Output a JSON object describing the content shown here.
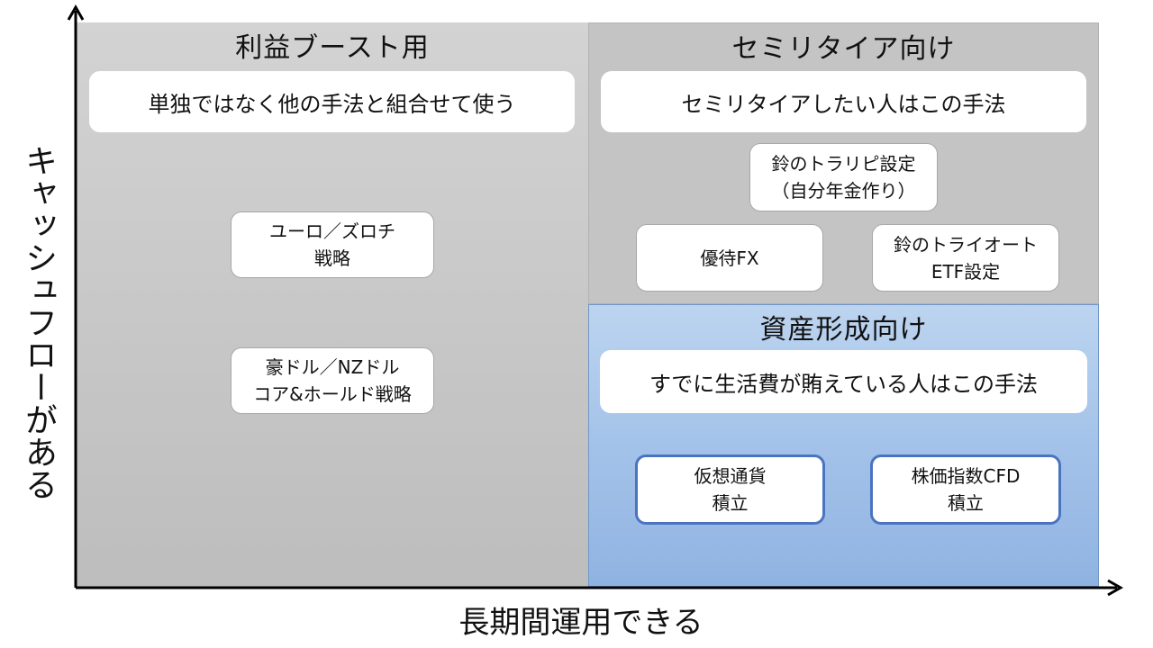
{
  "axes": {
    "x_label": "長期間運用できる",
    "y_label": "キャッシュフローがある"
  },
  "quadrants": {
    "left": {
      "title": "利益ブースト用",
      "banner": "単独ではなく他の手法と組合せて使う",
      "items": [
        "ユーロ／ズロチ\n戦略",
        "豪ドル／NZドル\nコア&ホールド戦略"
      ]
    },
    "top_right": {
      "title": "セミリタイア向け",
      "banner": "セミリタイアしたい人はこの手法",
      "items": [
        "鈴のトラリピ設定\n（自分年金作り）",
        "優待FX",
        "鈴のトライオート\nETF設定"
      ]
    },
    "bottom_right": {
      "title": "資産形成向け",
      "banner": "すでに生活費が賄えている人はこの手法",
      "items": [
        "仮想通貨\n積立",
        "株価指数CFD\n積立"
      ]
    }
  },
  "colors": {
    "left_bg": "#c9c9c9",
    "top_right_bg": "#c4c4c4",
    "bottom_right_bg": "#a6c4ea",
    "blue_border": "#4a73c0"
  }
}
